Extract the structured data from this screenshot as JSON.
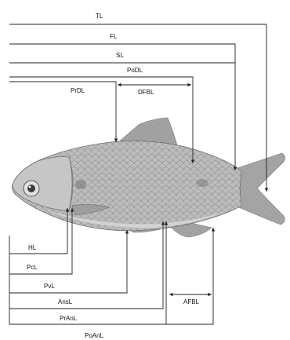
{
  "labels": {
    "tl": "TL",
    "fl": "FL",
    "sl": "SL",
    "podl": "PoDL",
    "prdl": "PrDL",
    "dfbl": "DFBL",
    "hl": "HL",
    "pcl": "PcL",
    "pvl": "PvL",
    "ansl": "AnsL",
    "afbl": "AFBL",
    "pranl": "PrAnL",
    "poanl": "PoAnL"
  },
  "colors": {
    "line": "#222222",
    "fish_body": "#b9b9b9",
    "fish_belly": "#d6d6d6",
    "fish_dark": "#8a8a8a",
    "fins": "#a8a8a8"
  },
  "illustration": "fish-lateral-view"
}
